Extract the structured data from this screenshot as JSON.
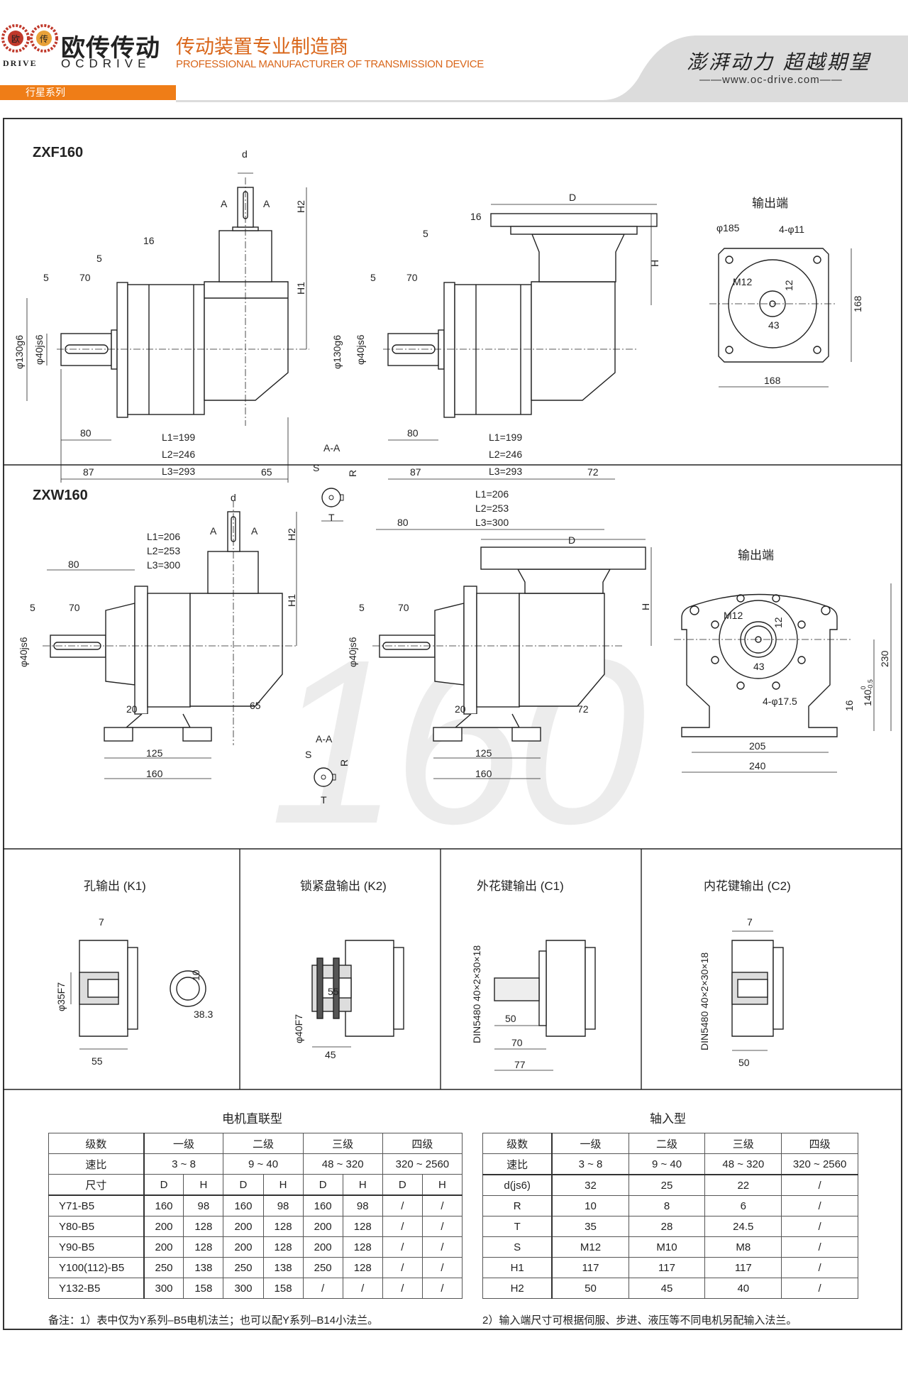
{
  "header": {
    "brand_cn": "欧传传动",
    "brand_en": "OCDRIVE",
    "brand_drive": "DRIVE",
    "logo_chars": [
      "欧",
      "传"
    ],
    "slogan_cn": "传动装置专业制造商",
    "slogan_en": "PROFESSIONAL MANUFACTURER OF TRANSMISSION DEVICE",
    "motto": "澎湃动力 超越期望",
    "website": "——www.oc-drive.com——",
    "series_tab": "行星系列",
    "accent_color": "#ef7d17"
  },
  "watermark": "160",
  "zxf": {
    "title": "ZXF160",
    "side": {
      "d": "d",
      "a1": "A",
      "a2": "A",
      "h2": "H2",
      "h1": "H1",
      "d16": "16",
      "d5a": "5",
      "d5b": "5",
      "d70": "70",
      "phi130": "φ130g6",
      "phi40": "φ40js6",
      "d80": "80",
      "d87": "87",
      "l1": "L1=199",
      "l2": "L2=246",
      "l3": "L3=293",
      "d65": "65"
    },
    "section": {
      "title": "A-A",
      "s": "S",
      "r": "R",
      "t": "T"
    },
    "front": {
      "d16": "16",
      "d5a": "5",
      "d5b": "5",
      "d70": "70",
      "phi130": "φ130g6",
      "phi40": "φ40js6",
      "D": "D",
      "H": "H",
      "d80": "80",
      "d87": "87",
      "l1": "L1=199",
      "l2": "L2=246",
      "l3": "L3=293",
      "d72": "72"
    },
    "output": {
      "title": "输出端",
      "phi185": "φ185",
      "holes": "4-φ11",
      "m12": "M12",
      "d12": "12",
      "d43": "43",
      "w168": "168",
      "h168": "168"
    }
  },
  "zxw": {
    "title": "ZXW160",
    "side": {
      "d": "d",
      "a1": "A",
      "a2": "A",
      "h2": "H2",
      "h1": "H1",
      "l1": "L1=206",
      "l2": "L2=253",
      "l3": "L3=300",
      "d80": "80",
      "d5": "5",
      "d70": "70",
      "phi40": "φ40js6",
      "d20": "20",
      "d65": "65",
      "d125": "125",
      "d160": "160"
    },
    "section": {
      "title": "A-A",
      "s": "S",
      "r": "R",
      "t": "T"
    },
    "front": {
      "l1": "L1=206",
      "l2": "L2=253",
      "l3": "L3=300",
      "d80": "80",
      "D": "D",
      "d5": "5",
      "d70": "70",
      "H": "H",
      "phi40": "φ40js6",
      "d20": "20",
      "d72": "72",
      "d125": "125",
      "d160": "160"
    },
    "output": {
      "title": "输出端",
      "m12": "M12",
      "d12": "12",
      "d43": "43",
      "h230": "230",
      "h140": "140",
      "tol_up": "0",
      "tol_lo": "-0.5",
      "d16": "16",
      "holes": "4-φ17.5",
      "w205": "205",
      "w240": "240"
    }
  },
  "options": [
    {
      "title": "孔输出 (K1)",
      "labels": {
        "d7": "7",
        "phi": "φ35F7",
        "d10": "10",
        "d38": "38.3",
        "d55": "55"
      }
    },
    {
      "title": "锁紧盘输出 (K2)",
      "labels": {
        "d55": "55",
        "phi": "φ40F7",
        "d45": "45"
      }
    },
    {
      "title": "外花键输出 (C1)",
      "labels": {
        "din": "DIN5480 40×2×30×18",
        "d50": "50",
        "d70": "70",
        "d77": "77"
      }
    },
    {
      "title": "内花键输出 (C2)",
      "labels": {
        "d7": "7",
        "din": "DIN5480 40×2×30×18",
        "d50": "50"
      }
    }
  ],
  "motor_table": {
    "title": "电机直联型",
    "stage_label": "级数",
    "stages": [
      "一级",
      "二级",
      "三级",
      "四级"
    ],
    "ratio_label": "速比",
    "ratios": [
      "3 ~ 8",
      "9 ~ 40",
      "48 ~ 320",
      "320 ~ 2560"
    ],
    "size_label": "尺寸",
    "sub": [
      "D",
      "H",
      "D",
      "H",
      "D",
      "H",
      "D",
      "H"
    ],
    "rows": [
      [
        "Y71-B5",
        "160",
        "98",
        "160",
        "98",
        "160",
        "98",
        "/",
        "/"
      ],
      [
        "Y80-B5",
        "200",
        "128",
        "200",
        "128",
        "200",
        "128",
        "/",
        "/"
      ],
      [
        "Y90-B5",
        "200",
        "128",
        "200",
        "128",
        "200",
        "128",
        "/",
        "/"
      ],
      [
        "Y100(112)-B5",
        "250",
        "138",
        "250",
        "138",
        "250",
        "128",
        "/",
        "/"
      ],
      [
        "Y132-B5",
        "300",
        "158",
        "300",
        "158",
        "/",
        "/",
        "/",
        "/"
      ]
    ],
    "note": "备注：1）表中仅为Y系列–B5电机法兰；也可以配Y系列–B14小法兰。"
  },
  "shaft_table": {
    "title": "轴入型",
    "stage_label": "级数",
    "stages": [
      "一级",
      "二级",
      "三级",
      "四级"
    ],
    "ratio_label": "速比",
    "ratios": [
      "3 ~ 8",
      "9 ~ 40",
      "48 ~ 320",
      "320 ~ 2560"
    ],
    "rows": [
      [
        "d(js6)",
        "32",
        "25",
        "22",
        "/"
      ],
      [
        "R",
        "10",
        "8",
        "6",
        "/"
      ],
      [
        "T",
        "35",
        "28",
        "24.5",
        "/"
      ],
      [
        "S",
        "M12",
        "M10",
        "M8",
        "/"
      ],
      [
        "H1",
        "117",
        "117",
        "117",
        "/"
      ],
      [
        "H2",
        "50",
        "45",
        "40",
        "/"
      ]
    ],
    "note": "2）输入端尺寸可根据伺服、步进、液压等不同电机另配输入法兰。"
  }
}
